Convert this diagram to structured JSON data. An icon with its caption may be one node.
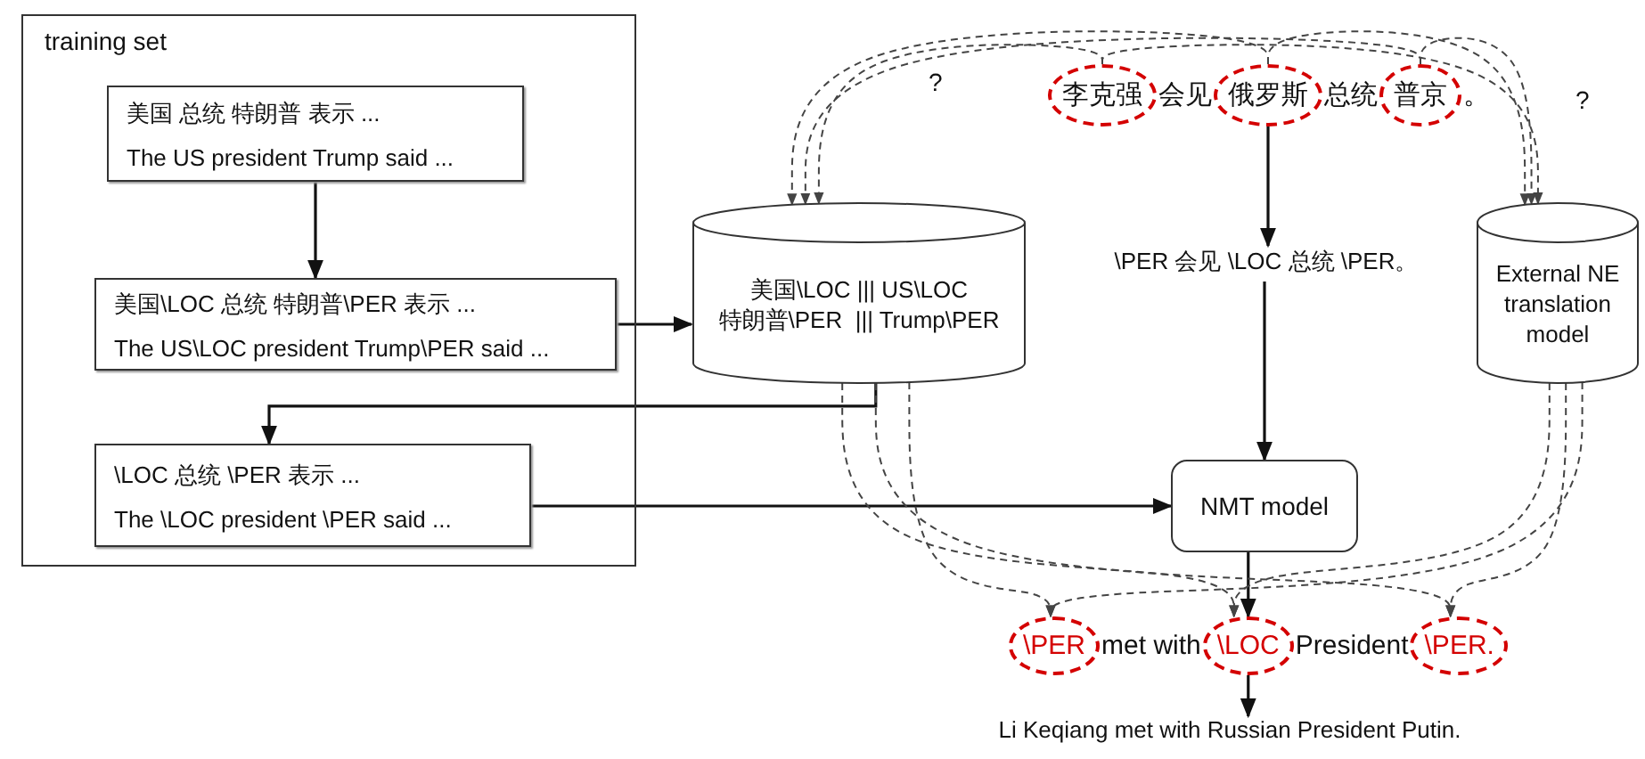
{
  "diagram": {
    "nodes": [
      {
        "text": [
          "training set"
        ]
      },
      {
        "text": [
          "美国 总统 特朗普 表示 ...",
          "The US president Trump said ..."
        ],
        "in": 0
      },
      {
        "text": [
          "美国\\LOC 总统 特朗普\\PER 表示 ...",
          "The US\\LOC president Trump\\PER said ..."
        ],
        "in": 0
      },
      {
        "text": [
          "\\LOC 总统 \\PER 表示 ...",
          "The \\LOC president \\PER said ..."
        ],
        "in": 0
      },
      {
        "text": [
          "美国\\LOC ||| US\\LOC",
          "特朗普\\PER  ||| Trump\\PER"
        ]
      },
      {
        "text": [
          "李克强"
        ]
      },
      {
        "text": [
          "俄罗斯"
        ]
      },
      {
        "text": [
          "普京"
        ]
      },
      {
        "text": [
          "\\PER 会见 \\LOC 总统 \\PER。"
        ]
      },
      {
        "text": [
          "External NE translation model"
        ]
      },
      {
        "text": [
          "NMT model"
        ]
      },
      {
        "text": [
          "\\PER"
        ]
      },
      {
        "text": [
          "\\LOC"
        ]
      },
      {
        "text": [
          "\\PER."
        ]
      },
      {
        "text": [
          "Li Keqiang met with Russian President Putin."
        ]
      }
    ],
    "edges": [
      {
        "from": 1,
        "to": 2,
        "arrow": "to"
      },
      {
        "from": 2,
        "to": 4,
        "arrow": "to"
      },
      {
        "from": 4,
        "to": 3,
        "arrow": "to"
      },
      {
        "from": 3,
        "to": 10,
        "arrow": "to"
      },
      {
        "from": 6,
        "to": 8,
        "arrow": "to"
      },
      {
        "from": 8,
        "to": 10,
        "arrow": "to"
      },
      {
        "from": 10,
        "to": 12,
        "arrow": "to"
      },
      {
        "from": 12,
        "to": 14,
        "arrow": "to"
      },
      {
        "from": 5,
        "to": 4,
        "arrow": "to",
        "style": "dashed"
      },
      {
        "from": 6,
        "to": 4,
        "arrow": "to",
        "style": "dashed"
      },
      {
        "from": 7,
        "to": 4,
        "arrow": "to",
        "style": "dashed"
      },
      {
        "from": 5,
        "to": 9,
        "arrow": "to",
        "style": "dashed"
      },
      {
        "from": 6,
        "to": 9,
        "arrow": "to",
        "style": "dashed"
      },
      {
        "from": 7,
        "to": 9,
        "arrow": "to",
        "style": "dashed"
      },
      {
        "from": 4,
        "to": 11,
        "arrow": "to",
        "style": "dashed"
      },
      {
        "from": 4,
        "to": 12,
        "arrow": "to",
        "style": "dashed"
      },
      {
        "from": 4,
        "to": 13,
        "arrow": "to",
        "style": "dashed"
      },
      {
        "from": 9,
        "to": 11,
        "arrow": "to",
        "style": "dashed"
      },
      {
        "from": 9,
        "to": 12,
        "arrow": "to",
        "style": "dashed"
      },
      {
        "from": 9,
        "to": 13,
        "arrow": "to",
        "style": "dashed"
      }
    ],
    "labels": [
      "?",
      "会见",
      "总统",
      "。",
      "?",
      "met with",
      "President"
    ]
  }
}
